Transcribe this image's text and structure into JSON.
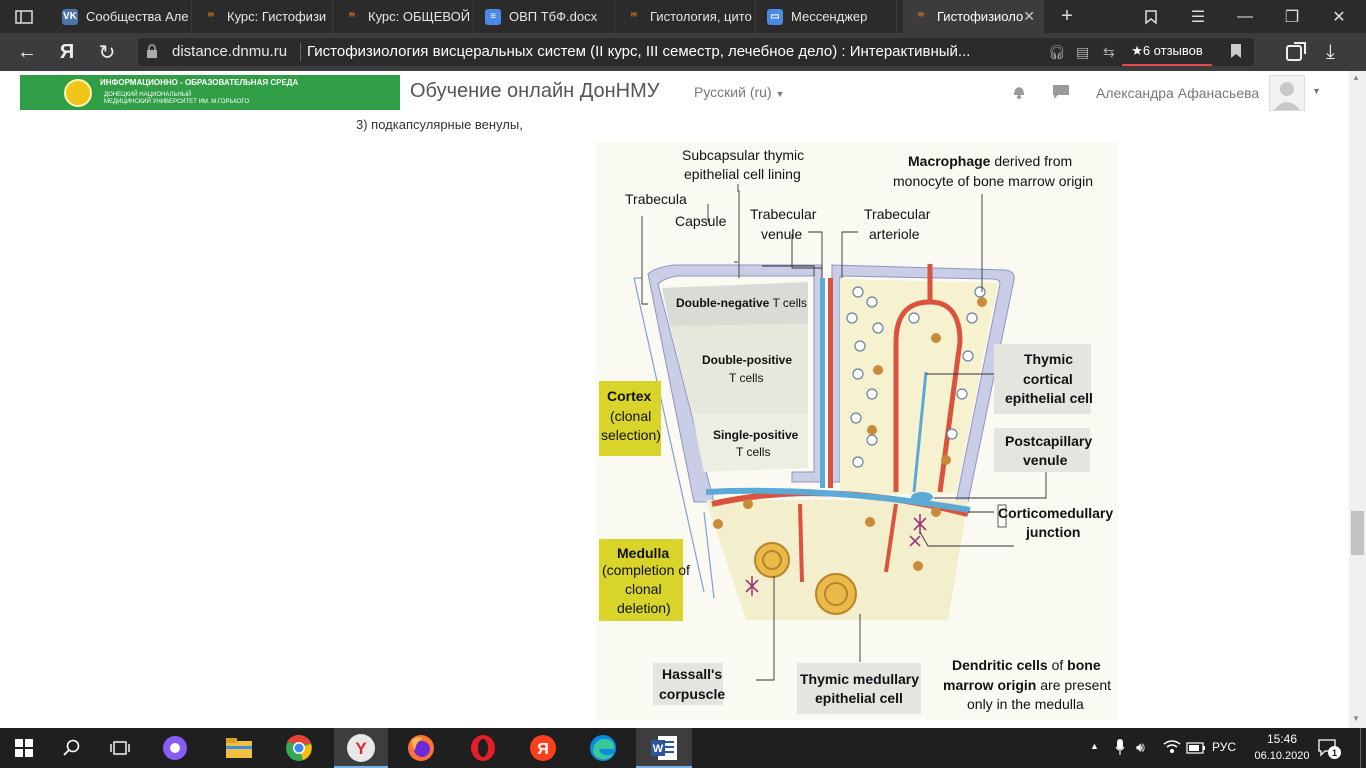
{
  "browser": {
    "tabs": [
      {
        "label": "Сообщества Але",
        "icon": "vk-icon"
      },
      {
        "label": "Курс: Гистофизи",
        "icon": "moodle-icon"
      },
      {
        "label": "Курс: ОБЩЕВОЙ",
        "icon": "moodle-icon"
      },
      {
        "label": "ОВП ТбФ.docx",
        "icon": "document-icon"
      },
      {
        "label": "Гистология, цито",
        "icon": "moodle-icon"
      },
      {
        "label": "Мессенджер",
        "icon": "messenger-icon"
      },
      {
        "label": "Гистофизиоло",
        "icon": "moodle-icon"
      }
    ],
    "yandex_logo": "Я",
    "domain": "distance.dnmu.ru",
    "page_title": "Гистофизиология висцеральных систем (II курс, III семестр, лечебное дело) : Интерактивный...",
    "reviews_label": "★6 отзывов"
  },
  "site": {
    "banner_line1": "ИНФОРМАЦИОННО - ОБРАЗОВАТЕЛЬНАЯ СРЕДА",
    "banner_line2": "ДОНЕЦКИЙ НАЦИОНАЛЬНЫЙ",
    "banner_line3": "МЕДИЦИНСКИЙ УНИВЕРСИТЕТ ИМ. М.ГОРЬКОГО",
    "name": "Обучение онлайн ДонНМУ",
    "language": "Русский (ru)",
    "user_name": "Александра Афанасьева"
  },
  "content": {
    "question_line": "3) подкапсулярные венулы,",
    "figure": {
      "label_subcapsular_1": "Subcapsular thymic",
      "label_subcapsular_2": "epithelial cell lining",
      "label_macrophage_bold": "Macrophage",
      "label_macrophage_rest": " derived from",
      "label_macrophage_2": "monocyte of bone marrow origin",
      "label_trabecula": "Trabecula",
      "label_capsule": "Capsule",
      "label_trab_venule_1": "Trabecular",
      "label_trab_venule_2": "venule",
      "label_trab_arteriole_1": "Trabecular",
      "label_trab_arteriole_2": "arteriole",
      "label_dn_bold": "Double-negative",
      "label_dn_rest": " T cells",
      "label_dp_1": "Double-positive",
      "label_dp_2": "T cells",
      "label_sp_1": "Single-positive",
      "label_sp_2": "T cells",
      "cortex_1": "Cortex",
      "cortex_2": "(clonal",
      "cortex_3": "selection)",
      "medulla_1": "Medulla",
      "medulla_2": "(completion of",
      "medulla_3": "clonal",
      "medulla_4": "deletion)",
      "tce_1": "Thymic",
      "tce_2": "cortical",
      "tce_3": "epithelial cell",
      "pcv_1": "Postcapillary",
      "pcv_2": "venule",
      "cmj_1": "Corticomedullary",
      "cmj_2": "junction",
      "hassall_1": "Hassall's",
      "hassall_2": "corpuscle",
      "tme_1": "Thymic medullary",
      "tme_2": "epithelial cell",
      "dend_1a": "Dendritic cells",
      "dend_1b": " of ",
      "dend_1c": "bone",
      "dend_2a": "marrow origin",
      "dend_2b": " are present",
      "dend_3": "only in the medulla"
    }
  },
  "taskbar": {
    "language": "РУС",
    "time": "15:46",
    "date": "06.10.2020",
    "notification_count": "1"
  },
  "colors": {
    "tab_bar": "#2b2b2b",
    "address_bar": "#3c3c3c",
    "banner_green": "#2f9e44",
    "cortex_yellow": "#d9d42a",
    "artery_red": "#d9533f",
    "vein_blue": "#5aa9d6",
    "taskbar": "#1f1f1f"
  }
}
